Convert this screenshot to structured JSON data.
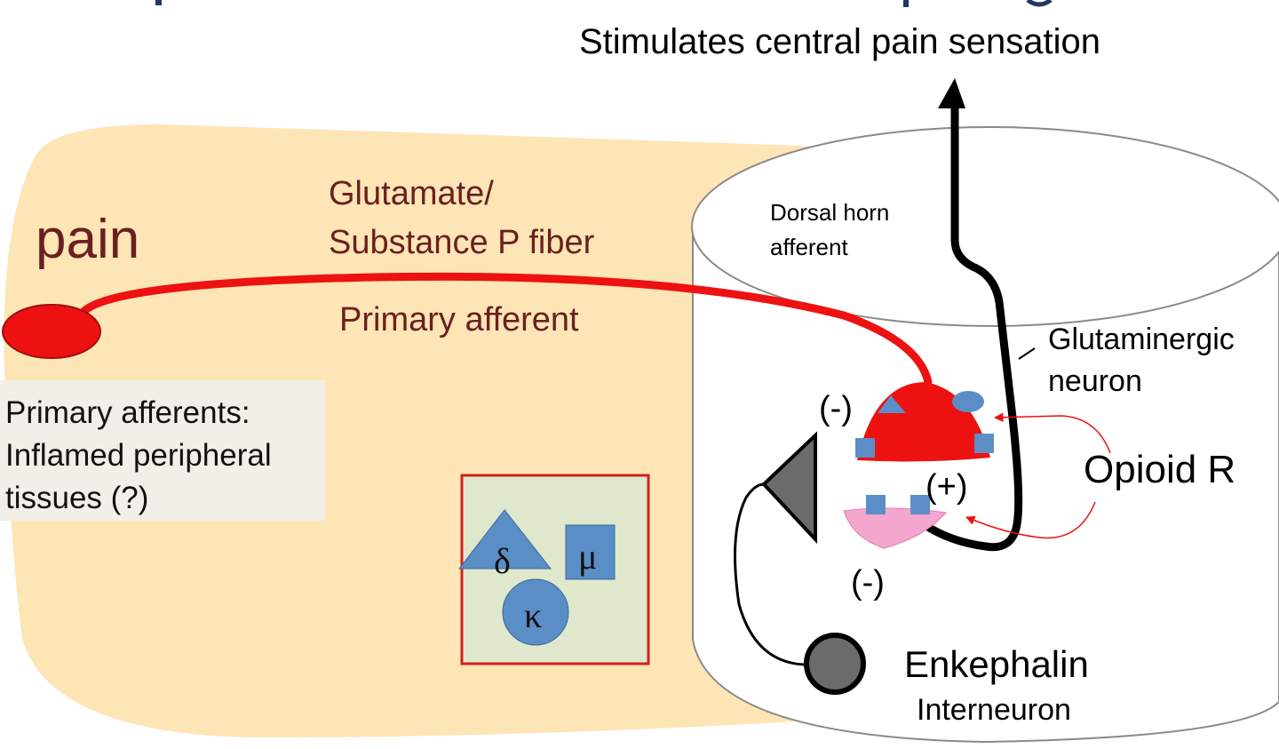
{
  "title_fragment": "",
  "labels": {
    "top_output": "Stimulates central pain sensation",
    "pain": "pain",
    "fiber_line1": "Glutamate/",
    "fiber_line2": "Substance P fiber",
    "primary_afferent": "Primary afferent",
    "dorsal_line1": "Dorsal horn",
    "dorsal_line2": "afferent",
    "glut_line1": "Glutaminergic",
    "glut_line2": "neuron",
    "opioid_r": "Opioid R",
    "minus_top": "(-)",
    "plus": "(+)",
    "minus_bottom": "(-)",
    "enkephalin": "Enkephalin",
    "interneuron": "Interneuron"
  },
  "note_box": {
    "line1": "Primary afferents:",
    "line2": "Inflamed peripheral",
    "line3": "tissues (?)"
  },
  "receptor_legend": {
    "delta": "δ",
    "mu": "μ",
    "kappa": "κ"
  },
  "colors": {
    "tissue": "#fde5b6",
    "fiber_red": "#ee1111",
    "receptor_blue": "#5b8ec7",
    "legend_bg": "#dfe8cc",
    "legend_border": "#d42020",
    "pink_terminal": "#f5a6cf",
    "gray_neuron": "#6b6b6b",
    "label_brown": "#6b1f1f",
    "note_bg": "#f1efe8",
    "title_blue": "#1f3864"
  }
}
